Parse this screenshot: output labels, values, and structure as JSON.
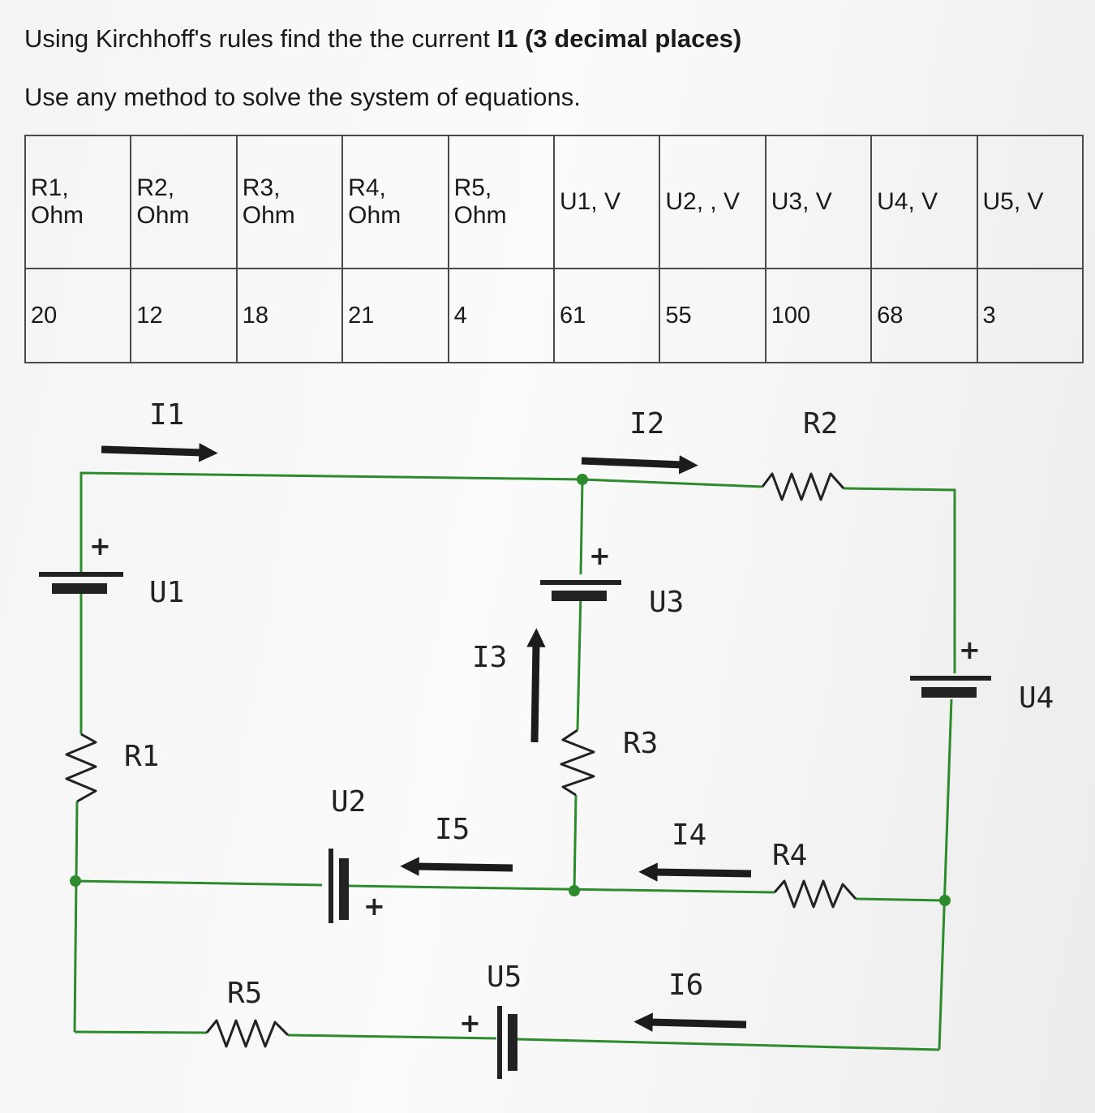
{
  "question": {
    "line1": "Using Kirchhoff's rules find the the current",
    "line1_bold": "I1 (3 decimal places)",
    "line2": "Use any method to solve the system of equations."
  },
  "table": {
    "headers": [
      "R1, Ohm",
      "R2, Ohm",
      "R3, Ohm",
      "R4, Ohm",
      "R5, Ohm",
      "U1, V",
      "U2, , V",
      "U3, V",
      "U4, V",
      "U5, V"
    ],
    "values": [
      "20",
      "12",
      "18",
      "21",
      "4",
      "61",
      "55",
      "100",
      "68",
      "3"
    ]
  },
  "circuit": {
    "wire_color": "#2d8a2d",
    "arrow_color": "#1c1c1c",
    "currents": {
      "i1": "I1",
      "i2": "I2",
      "i3": "I3",
      "i4": "I4",
      "i5": "I5",
      "i6": "I6"
    },
    "sources": {
      "u1": "U1",
      "u2": "U2",
      "u3": "U3",
      "u4": "U4",
      "u5": "U5"
    },
    "resistors": {
      "r1": "R1",
      "r2": "R2",
      "r3": "R3",
      "r4": "R4",
      "r5": "R5"
    },
    "plus": "+"
  }
}
